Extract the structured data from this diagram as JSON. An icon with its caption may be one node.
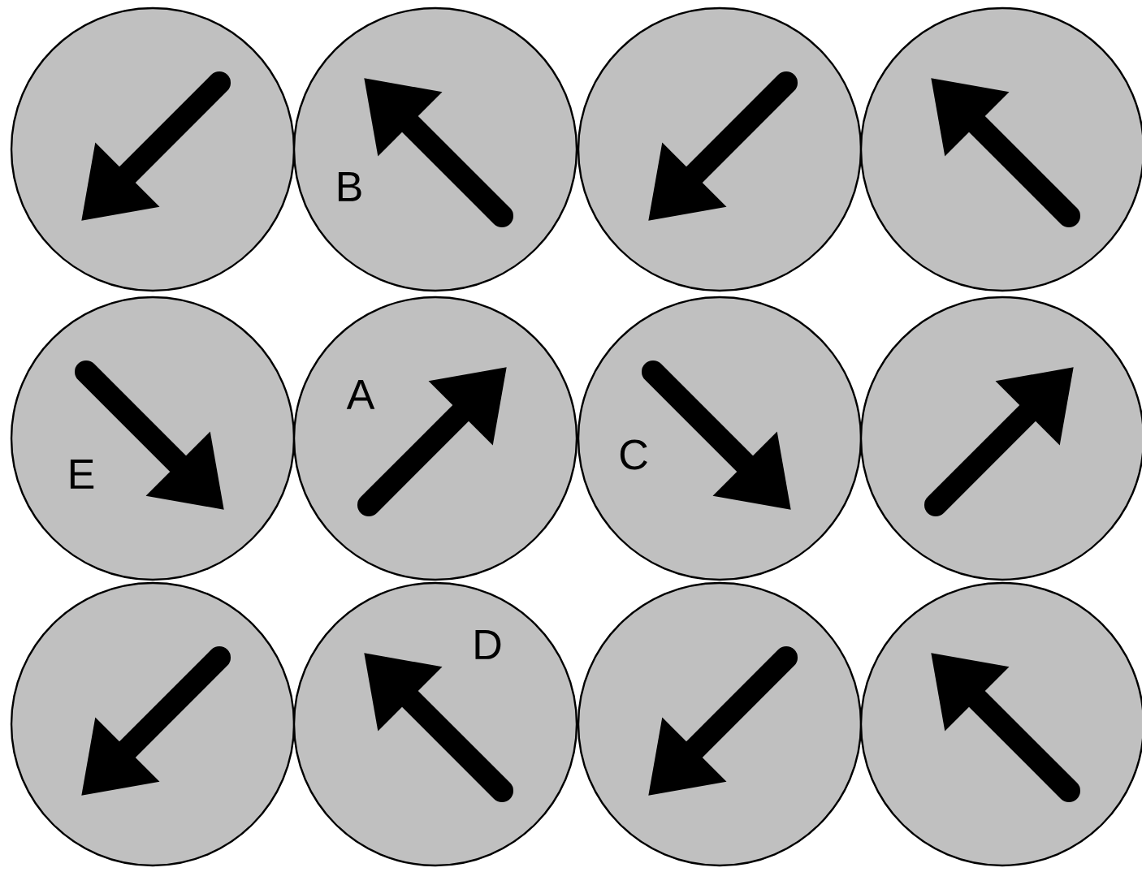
{
  "diagram": {
    "nodes": [
      {
        "text": [],
        "shape": "circle"
      },
      {
        "text": [
          "B"
        ]
      },
      {
        "text": [],
        "shape": "circle"
      },
      {
        "text": [],
        "shape": "circle"
      },
      {
        "text": [
          "E"
        ]
      },
      {
        "text": [
          "A"
        ]
      },
      {
        "text": [
          "C"
        ]
      },
      {
        "text": [],
        "shape": "circle"
      },
      {
        "text": [],
        "shape": "circle"
      },
      {
        "text": [
          "D"
        ]
      },
      {
        "text": [],
        "shape": "circle"
      },
      {
        "text": [],
        "shape": "circle"
      }
    ]
  }
}
